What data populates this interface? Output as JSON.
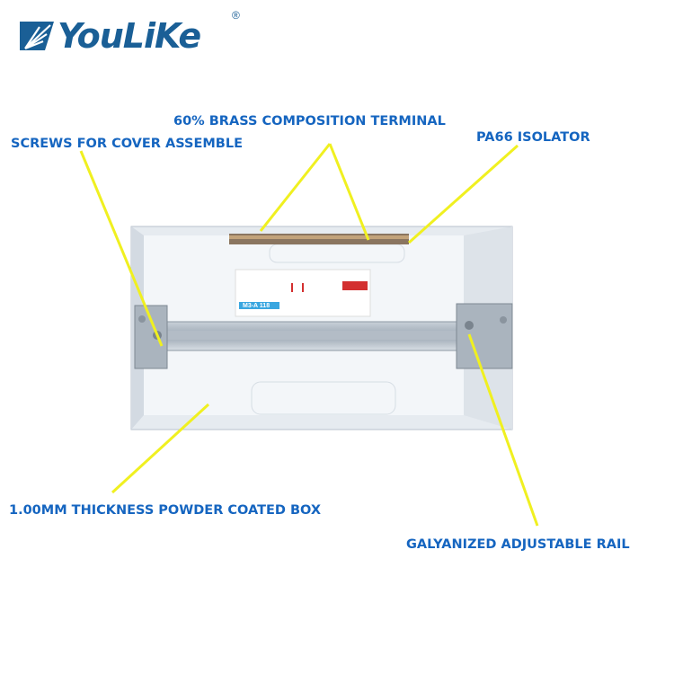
{
  "brand": {
    "name": "YouLiKe",
    "registered_mark": "®",
    "color": "#1a5f96"
  },
  "annotations": {
    "brass_terminal": "60% BRASS COMPOSITION TERMINAL",
    "screws": "SCREWS FOR COVER ASSEMBLE",
    "isolator": "PA66 ISOLATOR",
    "box": "1.00MM THICKNESS POWDER COATED BOX",
    "rail": "GALYANIZED ADJUSTABLE RAIL"
  },
  "product_label": {
    "model": "M3-A 118"
  },
  "colors": {
    "annotation_text": "#1565c0",
    "leader_line": "#f0f020"
  }
}
